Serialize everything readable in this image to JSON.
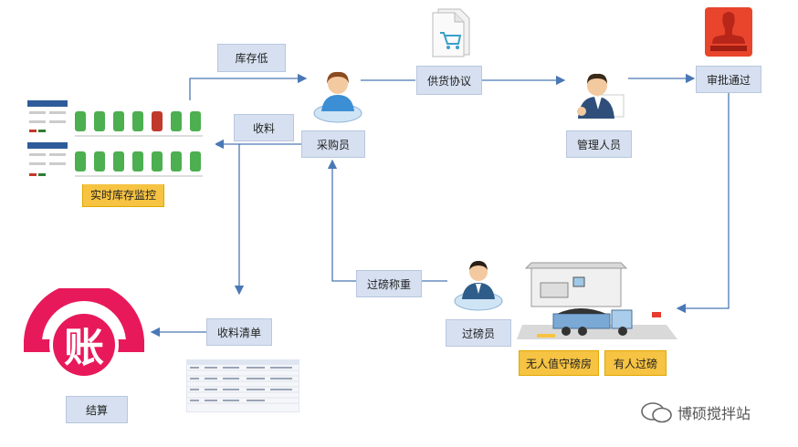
{
  "labels": {
    "low_stock": "库存低",
    "supply_agreement": "供货协议",
    "approval_passed": "审批通过",
    "receiving": "收料",
    "purchaser": "采购员",
    "manager": "管理人员",
    "realtime_monitor": "实时库存监控",
    "weighing_clerk": "过磅员",
    "weighing_recheck": "过磅称重",
    "receiving_list": "收料清单",
    "settlement": "结算",
    "unmanned_room": "无人值守磅房",
    "manned_weighing": "有人过磅"
  },
  "icons": {
    "ledger": "账",
    "cart": "cart-icon",
    "stamp": "stamp-icon"
  },
  "watermark": "博硕搅拌站",
  "colors": {
    "arrow": "#4a78b5",
    "label_bg": "#d6e0f0",
    "highlight_bg": "#f6c342",
    "ledger_red": "#e8195a",
    "tank_green": "#4caf50",
    "tank_red": "#c0392b"
  }
}
